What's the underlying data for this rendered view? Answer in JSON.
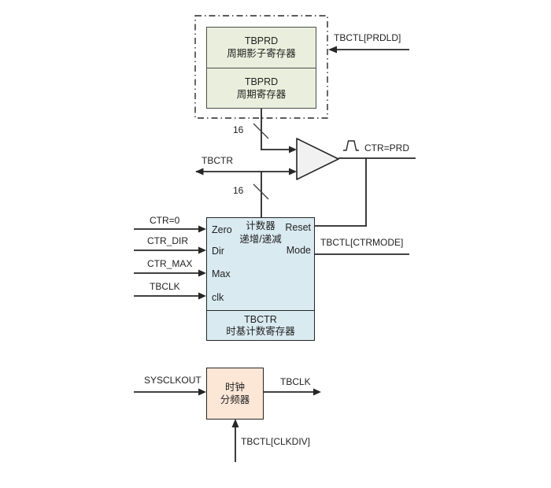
{
  "diagram": {
    "period_shadow_group": {
      "shadow_register": {
        "line1": "TBPRD",
        "line2": "周期影子寄存器"
      },
      "period_register": {
        "line1": "TBPRD",
        "line2": "周期寄存器"
      }
    },
    "signals": {
      "prdld": "TBCTL[PRDLD]",
      "bus_width_top": "16",
      "bus_width_bottom": "16",
      "tbctr_bus": "TBCTR",
      "ctr_eq_prd": "CTR=PRD",
      "ctrmode": "TBCTL[CTRMODE]",
      "ctr_zero": "CTR=0",
      "ctr_dir": "CTR_DIR",
      "ctr_max": "CTR_MAX",
      "tbclk_in": "TBCLK",
      "sysclkout": "SYSCLKOUT",
      "tbclk_out": "TBCLK",
      "clkdiv": "TBCTL[CLKDIV]"
    },
    "counter": {
      "title_line1": "计数器",
      "title_line2": "递增/递减",
      "ports": {
        "zero": "Zero",
        "dir": "Dir",
        "max": "Max",
        "clk": "clk",
        "reset": "Reset",
        "mode": "Mode"
      },
      "register": {
        "line1": "TBCTR",
        "line2": "时基计数寄存器"
      }
    },
    "clock_divider": {
      "line1": "时钟",
      "line2": "分频器"
    },
    "colors": {
      "period_fill": "#e9efdc",
      "counter_fill": "#d9eaf1",
      "divider_fill": "#fce7d7",
      "comparator_fill": "#f1f1f1",
      "line": "#262626"
    }
  }
}
